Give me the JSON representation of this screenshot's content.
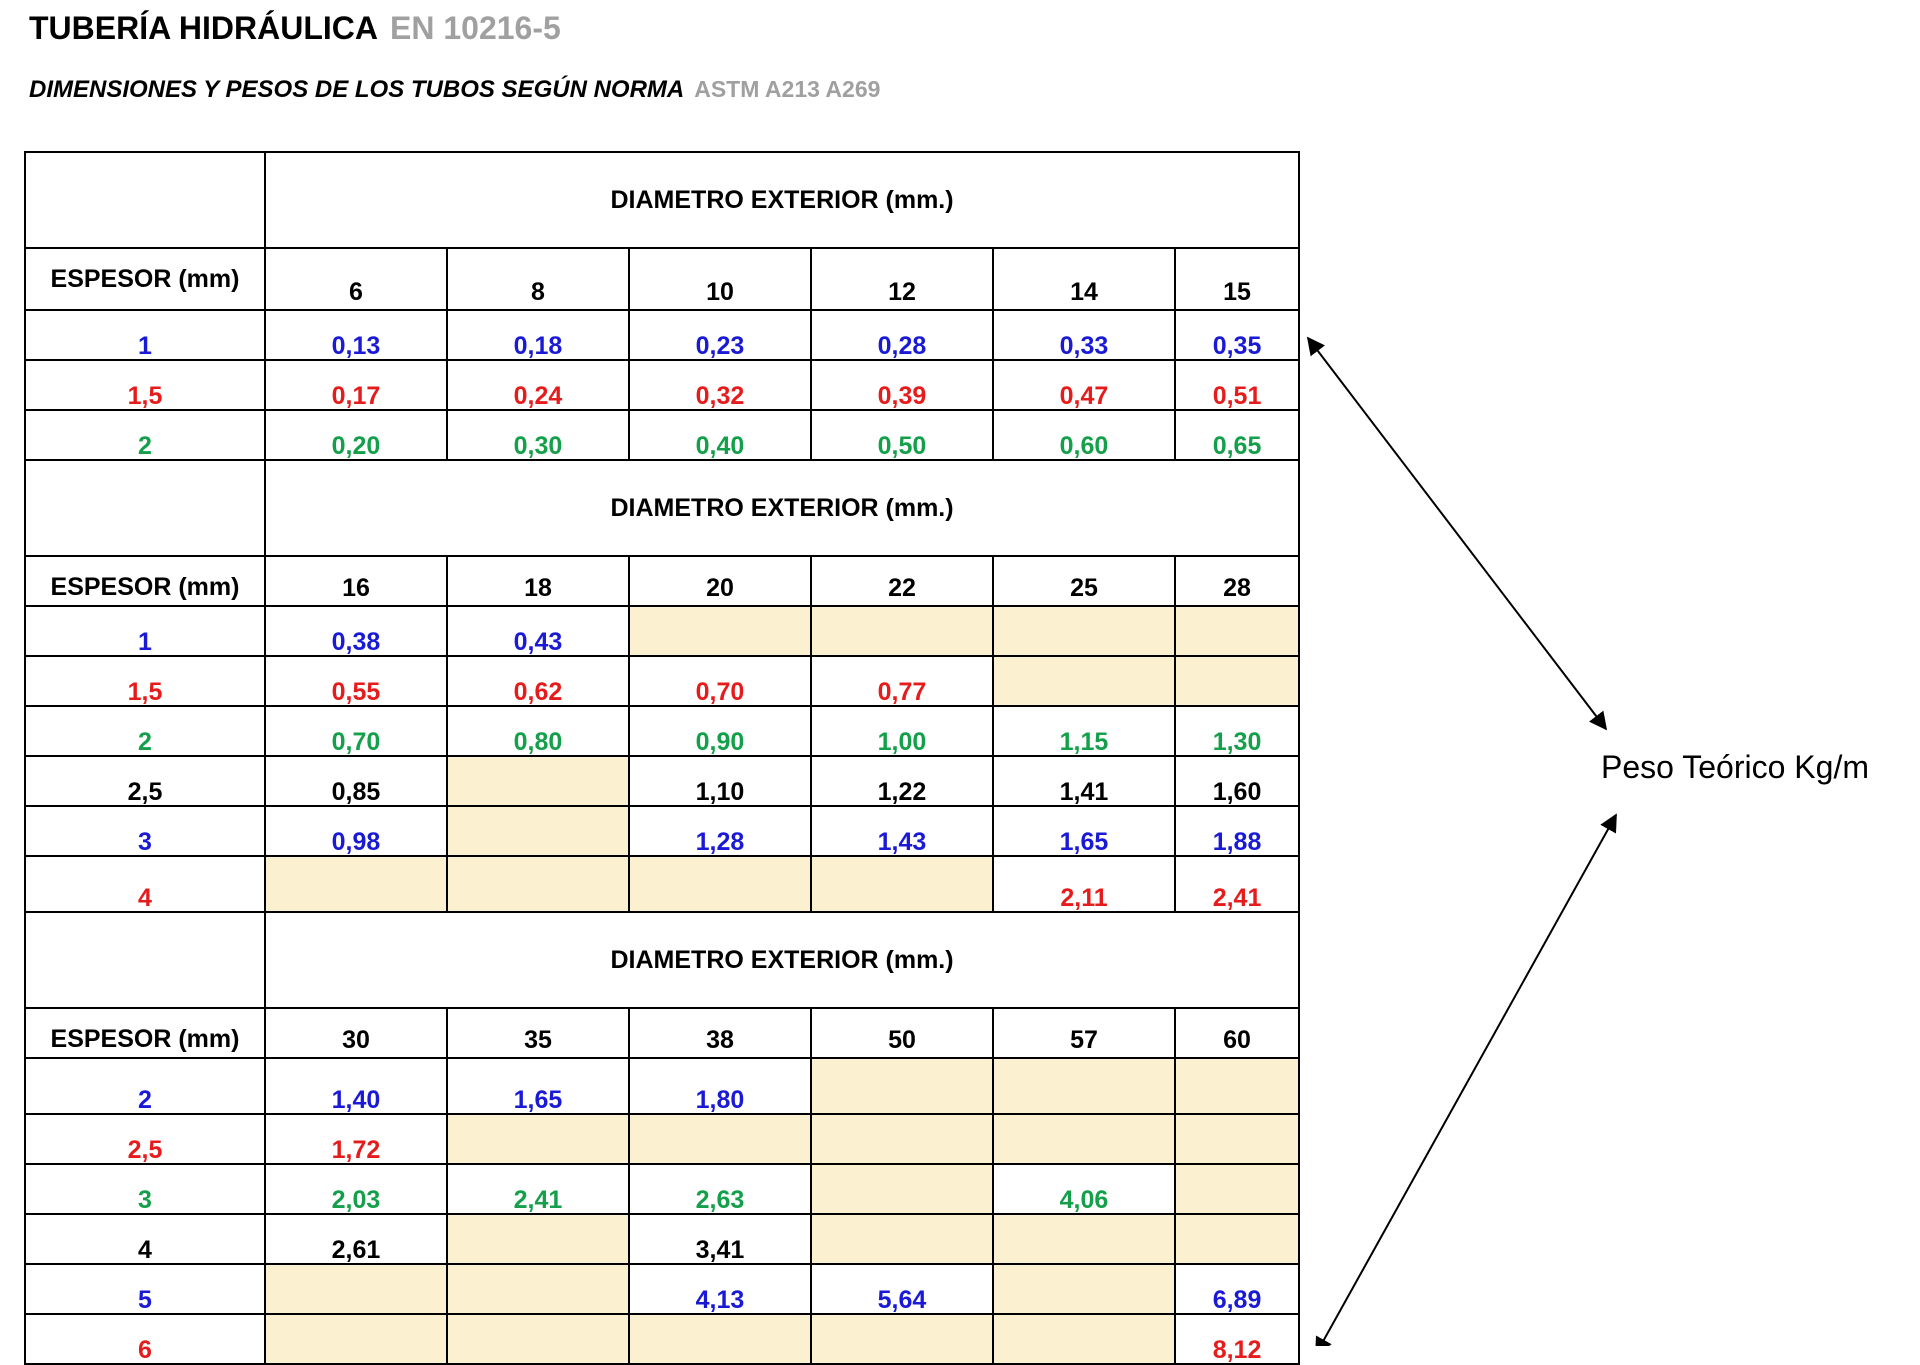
{
  "header": {
    "title": "TUBERÍA HIDRÁULICA",
    "title_code": "EN 10216-5",
    "subtitle": "DIMENSIONES Y PESOS DE LOS TUBOS SEGÚN NORMA",
    "subtitle_standard": "ASTM A213 A269"
  },
  "colors": {
    "blue": "#1a1ad6",
    "red": "#e61c1c",
    "green": "#14a04a",
    "black": "#000000",
    "empty_cell": "#fbf0cf"
  },
  "annotation": {
    "label": "Peso Teórico Kg/m"
  },
  "sections": [
    {
      "header": "DIAMETRO EXTERIOR (mm.)",
      "thickness_label": "ESPESOR (mm)",
      "diameters": [
        "6",
        "8",
        "10",
        "12",
        "14",
        "15"
      ],
      "rows": [
        {
          "thickness": "1",
          "color": "blue",
          "values": [
            "0,13",
            "0,18",
            "0,23",
            "0,28",
            "0,33",
            "0,35"
          ]
        },
        {
          "thickness": "1,5",
          "color": "red",
          "values": [
            "0,17",
            "0,24",
            "0,32",
            "0,39",
            "0,47",
            "0,51"
          ]
        },
        {
          "thickness": "2",
          "color": "green",
          "values": [
            "0,20",
            "0,30",
            "0,40",
            "0,50",
            "0,60",
            "0,65"
          ]
        }
      ]
    },
    {
      "header": "DIAMETRO EXTERIOR (mm.)",
      "thickness_label": "ESPESOR (mm)",
      "diameters": [
        "16",
        "18",
        "20",
        "22",
        "25",
        "28"
      ],
      "rows": [
        {
          "thickness": "1",
          "color": "blue",
          "values": [
            "0,38",
            "0,43",
            "",
            "",
            "",
            ""
          ]
        },
        {
          "thickness": "1,5",
          "color": "red",
          "values": [
            "0,55",
            "0,62",
            "0,70",
            "0,77",
            "",
            ""
          ]
        },
        {
          "thickness": "2",
          "color": "green",
          "values": [
            "0,70",
            "0,80",
            "0,90",
            "1,00",
            "1,15",
            "1,30"
          ]
        },
        {
          "thickness": "2,5",
          "color": "black",
          "values": [
            "0,85",
            "",
            "1,10",
            "1,22",
            "1,41",
            "1,60"
          ]
        },
        {
          "thickness": "3",
          "color": "blue",
          "values": [
            "0,98",
            "",
            "1,28",
            "1,43",
            "1,65",
            "1,88"
          ]
        },
        {
          "thickness": "4",
          "color": "red",
          "values": [
            "",
            "",
            "",
            "",
            "2,11",
            "2,41"
          ]
        }
      ]
    },
    {
      "header": "DIAMETRO EXTERIOR (mm.)",
      "thickness_label": "ESPESOR (mm)",
      "diameters": [
        "30",
        "35",
        "38",
        "50",
        "57",
        "60"
      ],
      "rows": [
        {
          "thickness": "2",
          "color": "blue",
          "values": [
            "1,40",
            "1,65",
            "1,80",
            "",
            "",
            ""
          ]
        },
        {
          "thickness": "2,5",
          "color": "red",
          "values": [
            "1,72",
            "",
            "",
            "",
            "",
            ""
          ]
        },
        {
          "thickness": "3",
          "color": "green",
          "values": [
            "2,03",
            "2,41",
            "2,63",
            "",
            "4,06",
            ""
          ]
        },
        {
          "thickness": "4",
          "color": "black",
          "values": [
            "2,61",
            "",
            "3,41",
            "",
            "",
            ""
          ]
        },
        {
          "thickness": "5",
          "color": "blue",
          "values": [
            "",
            "",
            "4,13",
            "5,64",
            "",
            "6,89"
          ]
        },
        {
          "thickness": "6",
          "color": "red",
          "values": [
            "",
            "",
            "",
            "",
            "",
            "8,12"
          ]
        }
      ]
    }
  ]
}
